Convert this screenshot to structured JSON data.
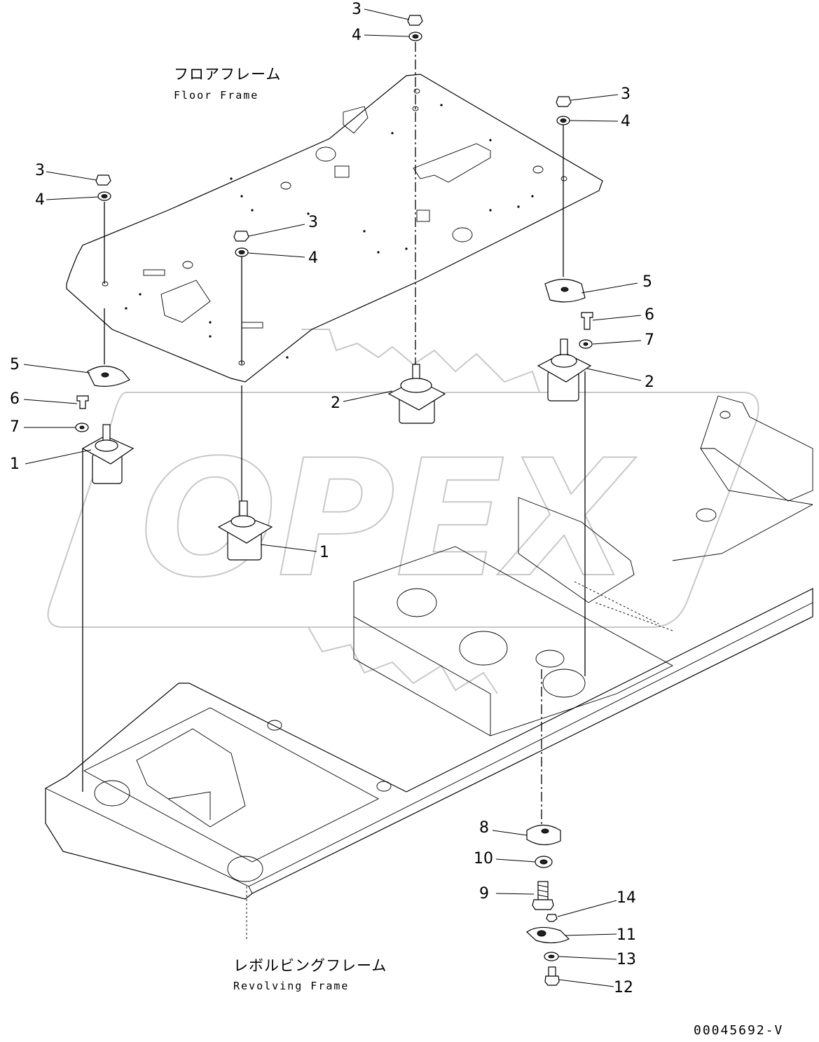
{
  "floor_frame": {
    "label_jp": "フロアフレーム",
    "label_en": "Floor Frame"
  },
  "revolving_frame": {
    "label_jp": "レボルビングフレーム",
    "label_en": "Revolving Frame"
  },
  "watermark": {
    "text": "OPEX"
  },
  "drawing_number": "00045692-V",
  "callouts": {
    "c3a": "3",
    "c4a": "4",
    "c3b": "3",
    "c4b": "4",
    "c3c": "3",
    "c4c": "4",
    "c3d": "3",
    "c4d": "4",
    "c5a": "5",
    "c5b": "5",
    "c6a": "6",
    "c6b": "6",
    "c7a": "7",
    "c7b": "7",
    "c1a": "1",
    "c1b": "1",
    "c2a": "2",
    "c2b": "2",
    "c8": "8",
    "c9": "9",
    "c10": "10",
    "c11": "11",
    "c12": "12",
    "c13": "13",
    "c14": "14"
  }
}
